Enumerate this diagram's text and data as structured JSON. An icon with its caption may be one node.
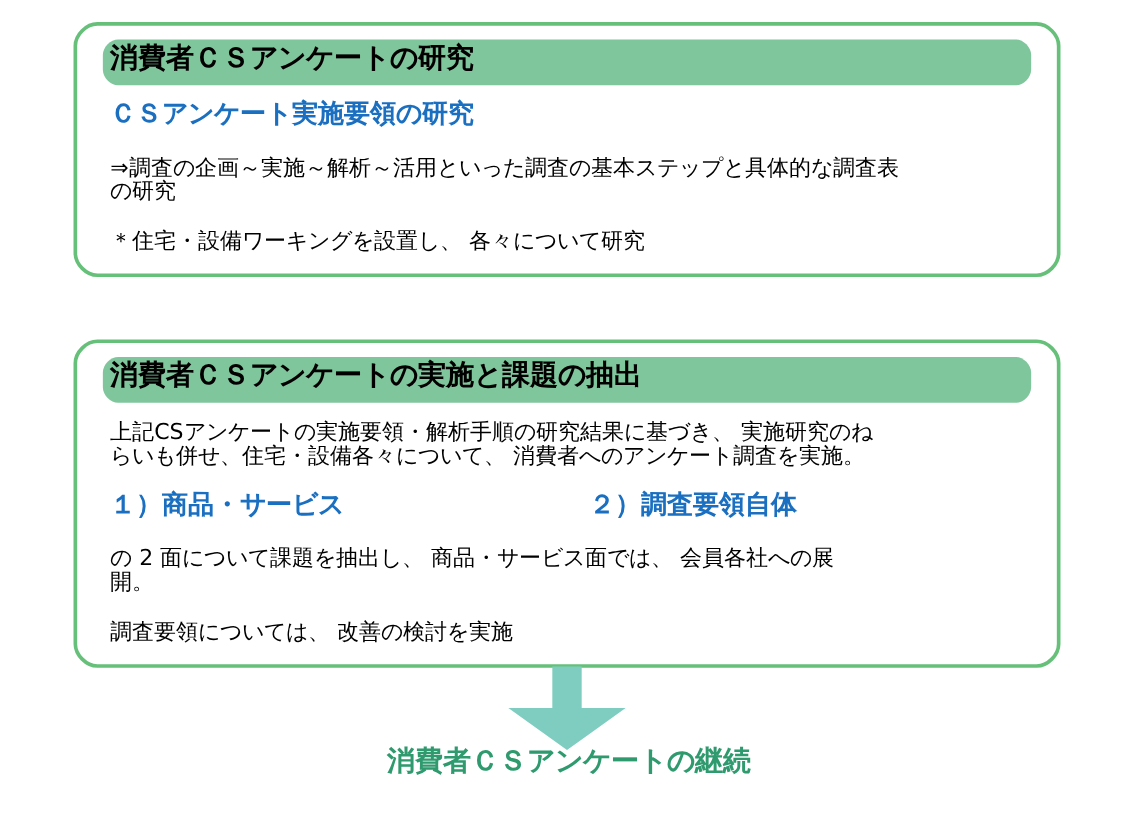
{
  "diagram": {
    "nodes": [
      {
        "text": [
          "消費者ＣＳアンケートの研究",
          "ＣＳアンケート実施要領の研究",
          "⇒調査の企画～実施～解析～活用といった調査の基本ステップと具体的な調査表の研究",
          "＊住宅・設備ワーキングを設置し、 各々について研究"
        ]
      },
      {
        "text": [
          "消費者ＣＳアンケートの実施と課題の抽出",
          "上記CSアンケートの実施要領・解析手順の研究結果に基づき、 実施研究のねらいも併せ、住宅・設備各々について、 消費者へのアンケート調査を実施。",
          "１）商品・サービス",
          "２）調査要領自体",
          "の 2 面について課題を抽出し、 商品・サービス面では、 会員各社への展開。",
          "調査要領については、 改善の検討を実施"
        ]
      },
      {
        "text": [
          "消費者ＣＳアンケートの継続"
        ]
      }
    ],
    "edges": [
      {
        "from": 1,
        "to": 2,
        "arrow": "to"
      }
    ]
  }
}
